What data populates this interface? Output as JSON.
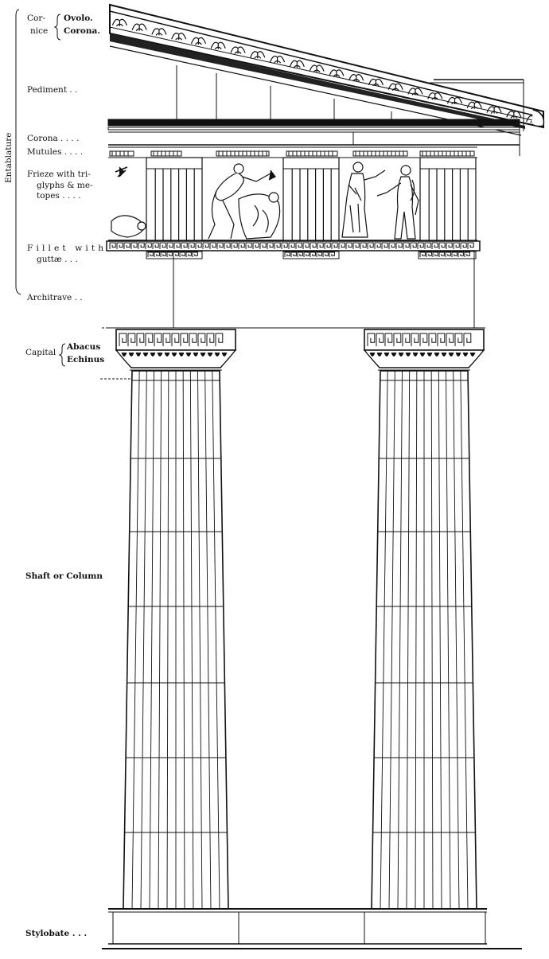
{
  "labels": {
    "entablature": "Entablature",
    "cornice_top": "Cor-",
    "cornice_bottom": "nice",
    "ovolo": "Ovolo.",
    "cornice_corona": "Corona.",
    "pediment": "Pediment . .",
    "corona": "Corona . . . .",
    "mutules": "Mutules . . . .",
    "frieze_1": "Frieze with tri-",
    "frieze_2": "glyphs & me-",
    "frieze_3": "topes . . . .",
    "fillet_1": "Fillet with",
    "fillet_2": "guttæ . . .",
    "architrave": "Architrave . .",
    "capital": "Capital",
    "abacus": "Abacus",
    "echinus": "Echinus",
    "shaft": "Shaft or Column",
    "stylobate": "Stylobate . . ."
  }
}
